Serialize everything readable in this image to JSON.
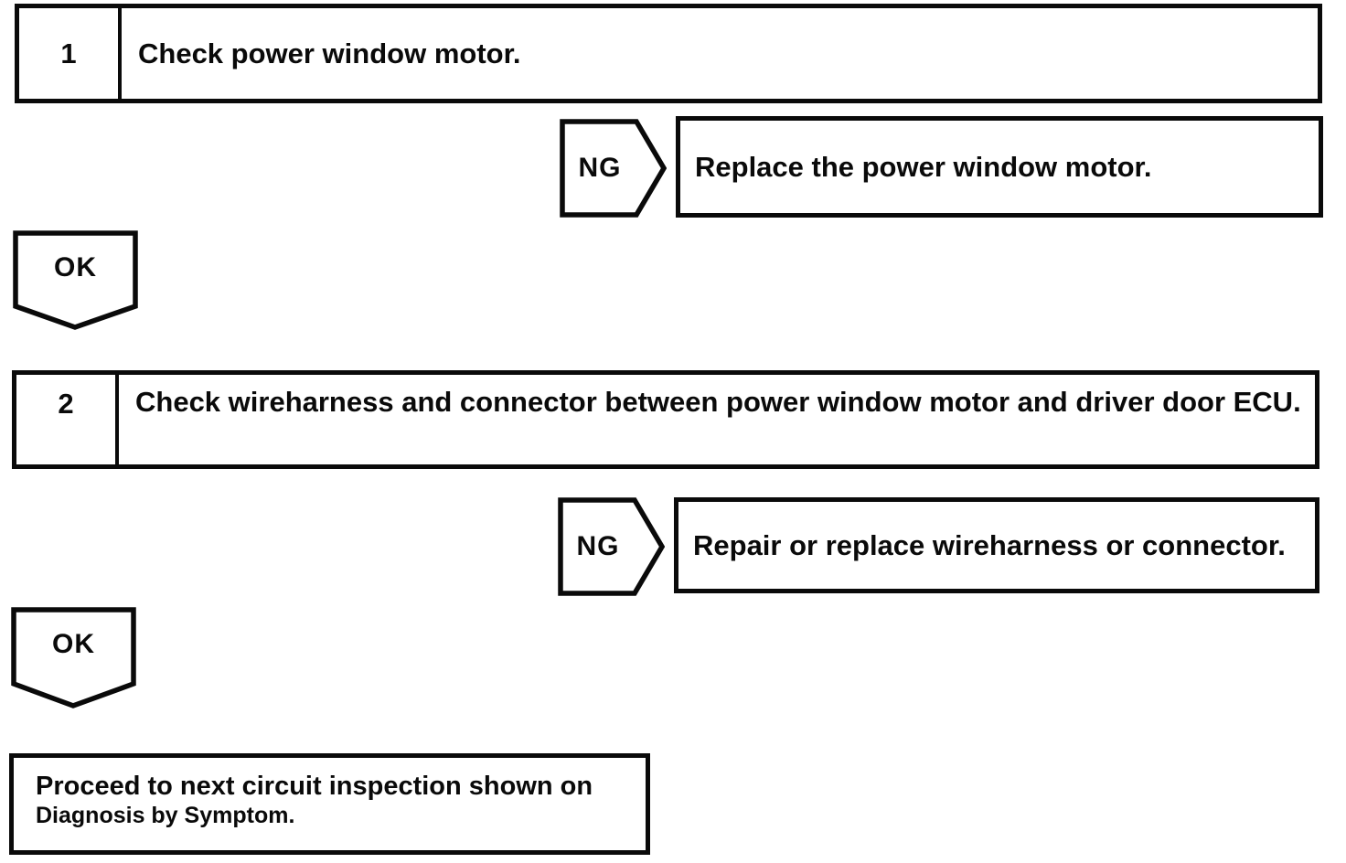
{
  "page": {
    "ink": "#0a0a0a",
    "paper": "#ffffff"
  },
  "flowchart": {
    "steps": [
      {
        "number": "1",
        "instruction": "Check power window motor.",
        "ng": {
          "label": "NG",
          "action": "Replace the power window motor."
        },
        "ok": {
          "label": "OK"
        }
      },
      {
        "number": "2",
        "instruction": "Check wireharness and connector between power window motor and driver door ECU.",
        "ng": {
          "label": "NG",
          "action": "Repair or replace wireharness or connector."
        },
        "ok": {
          "label": "OK"
        }
      }
    ],
    "terminal": {
      "line1": "Proceed to next circuit inspection shown on",
      "line2": "Diagnosis by Symptom."
    }
  }
}
